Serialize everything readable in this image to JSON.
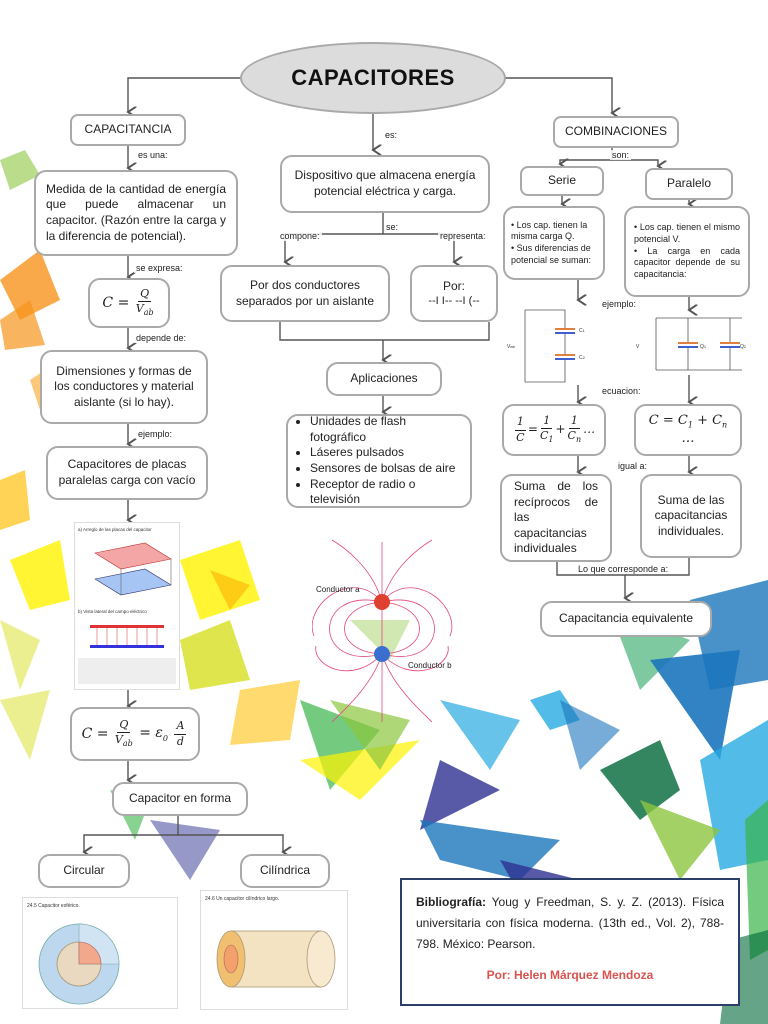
{
  "title": "CAPACITORES",
  "colors": {
    "accent_red": "#d9534f",
    "border": "#a9a9a9",
    "biblio_border": "#2b3f6d"
  },
  "left": {
    "capacitancia": "CAPACITANCIA",
    "es_una": "es una:",
    "medida": "Medida de la cantidad de energía que puede almacenar un capacitor. (Razón entre la carga y la diferencia de potencial).",
    "se_expresa": "se expresa:",
    "depende_de": "depende de:",
    "dimensiones": "Dimensiones y formas de los conductores y material aislante (si lo hay).",
    "ejemplo": "ejemplo:",
    "placas": "Capacitores de placas paralelas carga con vacío",
    "capacitor_forma": "Capacitor en forma",
    "circular": "Circular",
    "cilindrica": "Cilíndrica",
    "fig_placas_a": "a) Arreglo de las placas del capacitor",
    "fig_placas_b": "b) Vista lateral del campo eléctrico",
    "fig_esfera": "24.5 Capacitor esférico.",
    "fig_cilindro": "24.6 Un capacitor cilíndrico largo."
  },
  "center": {
    "es": "es:",
    "dispositivo": "Dispositivo que almacena energía potencial eléctrica y carga.",
    "se": "se:",
    "compone": "compone:",
    "representa": "representa:",
    "por_dos": "Por dos conductores separados por un aislante",
    "por": "Por:",
    "simbolo": "--I I--  --I (--",
    "aplicaciones": "Aplicaciones",
    "apps": [
      "Unidades de flash fotográfico",
      "Láseres pulsados",
      "Sensores de bolsas de aire",
      "Receptor de radio o televisión"
    ],
    "conductor_a": "Conductor a",
    "conductor_b": "Conductor b"
  },
  "right": {
    "combinaciones": "COMBINACIONES",
    "son": "son:",
    "serie": "Serie",
    "paralelo": "Paralelo",
    "serie_desc": [
      "Los cap. tienen la misma carga Q.",
      "Sus diferencias de potencial se suman:"
    ],
    "paralelo_desc": [
      "Los cap. tienen el mismo potencial V.",
      "La carga en cada capacitor depende de su capacitancia:"
    ],
    "ejemplo": "ejemplo:",
    "ecuacion": "ecuacion:",
    "igual_a": "igual a:",
    "suma_reciprocos": "Suma de los recíprocos de las capacitancias individuales",
    "suma_capacitancias": "Suma de las capacitancias individuales.",
    "lo_que": "Lo que corresponde a:",
    "equivalente": "Capacitancia equivalente"
  },
  "biblio": {
    "label": "Bibliografía:",
    "text": "Youg y Freedman, S. y. Z. (2013). Física universitaria con física moderna. (13th ed., Vol. 2), 788-798. México: Pearson.",
    "author": "Por: Helen Márquez Mendoza"
  }
}
